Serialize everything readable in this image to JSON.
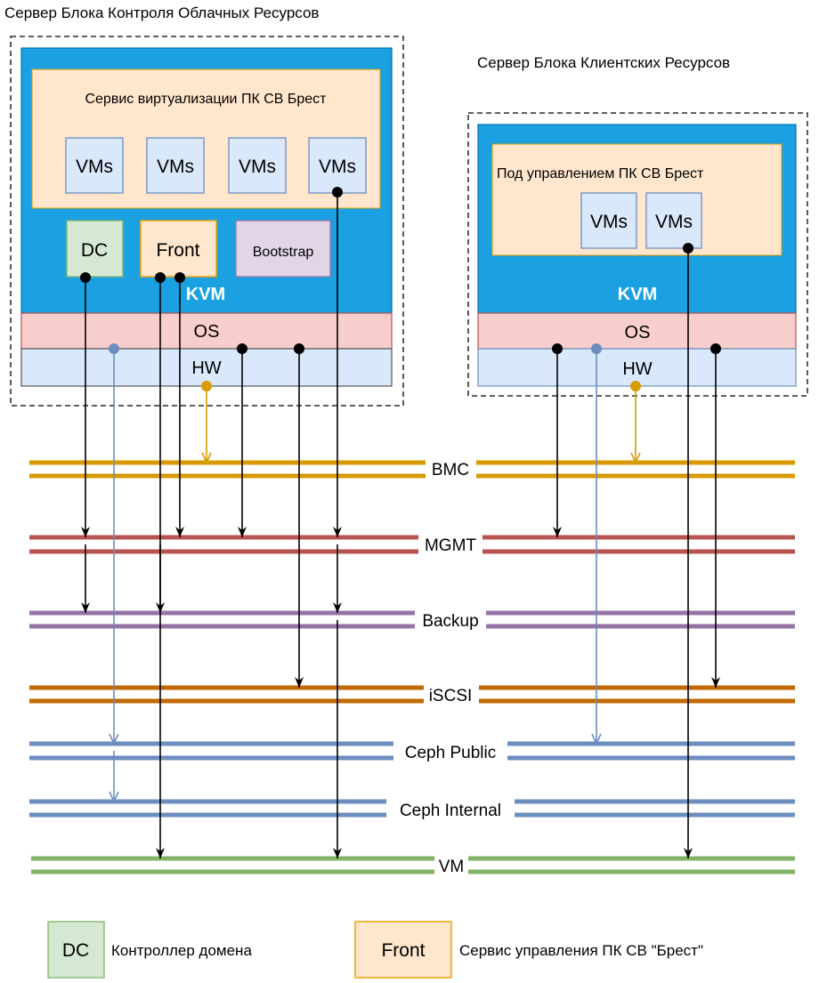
{
  "colors": {
    "kvm_blue": "#1ba1e2",
    "os_pink": "#f8cecc",
    "hw_blue": "#dae8fc",
    "service_peach": "#ffe6cc",
    "dc_green": "#d5e8d4",
    "front_orange": "#f0a30a",
    "bootstrap_purple": "#e1d5e7",
    "bmc": "#d79b00",
    "mgmt": "#b85450",
    "backup": "#9673a6",
    "iscsi": "#c06a00",
    "ceph": "#6c8ebf",
    "vm": "#82b366"
  },
  "servers": {
    "control": {
      "title": "Сервер Блока Контроля Облачных Ресурсов",
      "service_title": "Сервис виртуализации ПК СВ Брест",
      "vms": [
        "VMs",
        "VMs",
        "VMs",
        "VMs"
      ],
      "dc": "DC",
      "front": "Front",
      "bootstrap": "Bootstrap",
      "kvm": "KVM",
      "os": "OS",
      "hw": "HW"
    },
    "client": {
      "title": "Сервер Блока Клиентских Ресурсов",
      "service_title": "Под управлением ПК СВ Брест",
      "vms": [
        "VMs",
        "VMs"
      ],
      "kvm": "KVM",
      "os": "OS",
      "hw": "HW"
    }
  },
  "networks": [
    {
      "name": "BMC"
    },
    {
      "name": "MGMT"
    },
    {
      "name": "Backup"
    },
    {
      "name": "iSCSI"
    },
    {
      "name": "Ceph Public"
    },
    {
      "name": "Ceph Internal"
    },
    {
      "name": "VM"
    }
  ],
  "legend": {
    "dc_label": "DC",
    "dc_desc": "Контроллер домена",
    "front_label": "Front",
    "front_desc": "Сервис управления ПК СВ \"Брест\""
  }
}
